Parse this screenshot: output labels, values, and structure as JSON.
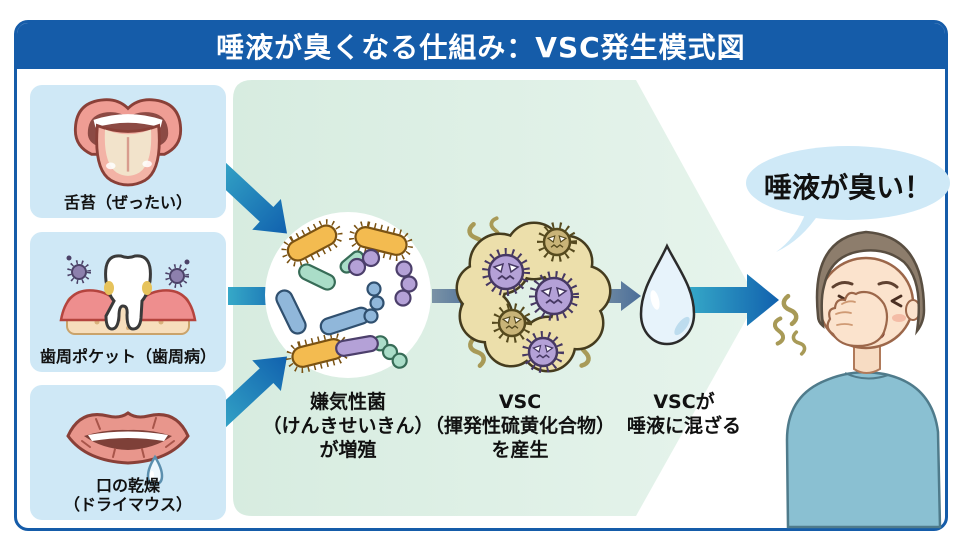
{
  "title": "唾液が臭くなる仕組み：VSC発生模式図",
  "causes": {
    "tongue": {
      "label": "舌苔（ぜったい）"
    },
    "periodontal": {
      "label": "歯周ポケット（歯周病）"
    },
    "dry_mouth": {
      "line1": "口の乾燥",
      "line2": "（ドライマウス）"
    }
  },
  "steps": {
    "anaerobes": {
      "line1": "嫌気性菌",
      "line2": "（けんきせいきん）",
      "line3": "が増殖"
    },
    "vsc": {
      "line1": "VSC",
      "line2": "（揮発性硫黄化合物）",
      "line3": "を産生"
    },
    "mix": {
      "line1": "VSCが",
      "line2": "唾液に混ざる"
    }
  },
  "speech_bubble": {
    "text": "唾液が臭い！"
  },
  "colors": {
    "header_blue": "#155ca9",
    "frame_border": "#155ca9",
    "cause_card_bg": "#cfe8f6",
    "flow_background_green": "#dcefe5",
    "arrow_gradient_start": "#36a9c8",
    "arrow_gradient_end": "#1161ae",
    "arrow_slate": "#5b7da4",
    "vsc_cloud_beige": "#ecdfab",
    "bacteria_orange": "#f3bb50",
    "bacteria_blue": "#90b7da",
    "bacteria_teal": "#aaddc8",
    "bacteria_purple": "#b4a1d7",
    "stink_olive": "#a89a57",
    "speech_bubble_bg": "#cfe9f7"
  }
}
